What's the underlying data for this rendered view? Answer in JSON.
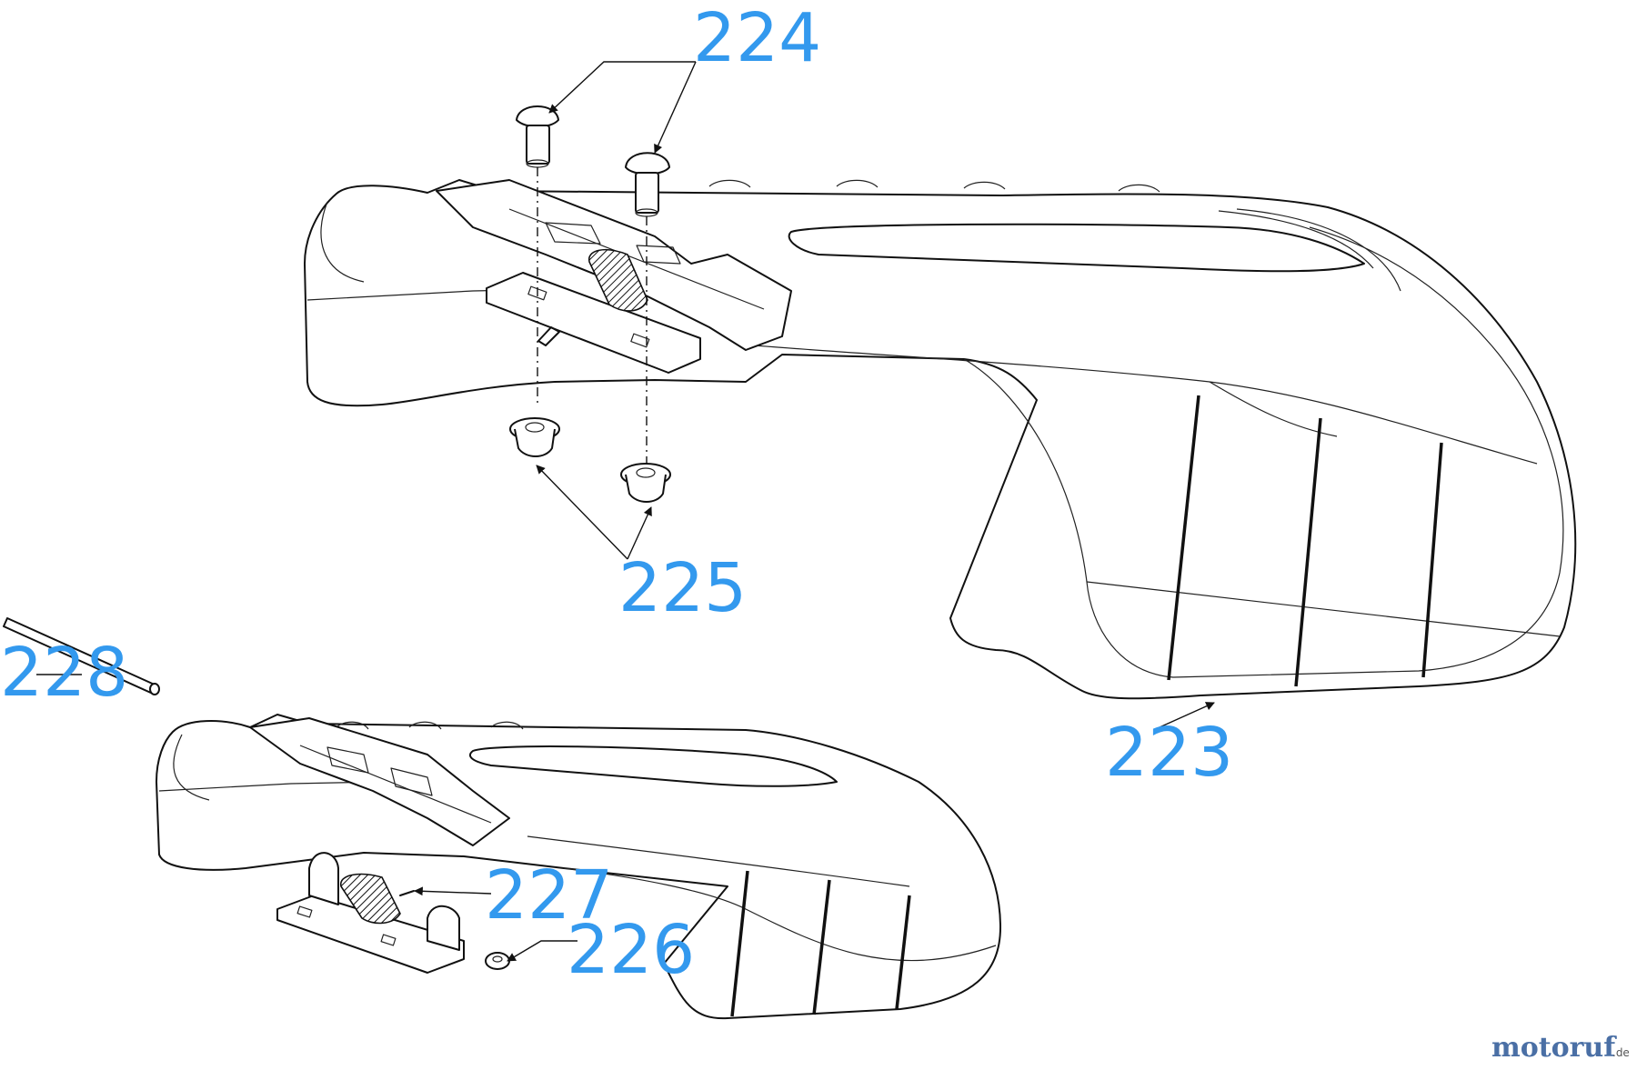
{
  "callouts": {
    "c223": "223",
    "c224": "224",
    "c225": "225",
    "c226": "226",
    "c227": "227",
    "c228": "228"
  },
  "watermark": {
    "brand_main": "motoruf",
    "brand_suffix": ".de"
  },
  "colors": {
    "callout": "#3399ee",
    "linework": "#111111",
    "brand_a": "#4a6fa5",
    "brand_b": "#c9a227"
  }
}
